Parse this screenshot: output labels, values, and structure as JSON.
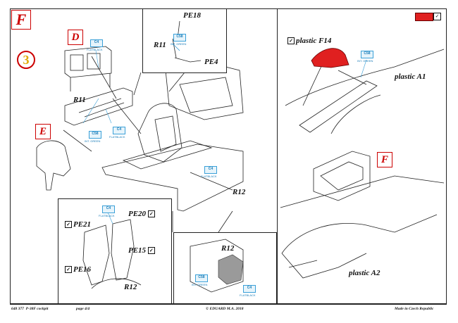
{
  "header": {
    "step_letter": "F",
    "step_number": "3",
    "legend_color": "#e02020"
  },
  "callouts": {
    "D": "D",
    "E": "E",
    "F": "F"
  },
  "labels": {
    "r11_main": "R11",
    "r12_main": "R12",
    "pe18": "PE18",
    "r11_inset": "R11",
    "pe4": "PE4",
    "pe20": "PE20",
    "pe21": "PE21",
    "pe15": "PE15",
    "pe16": "PE16",
    "r12_left": "R12",
    "r12_inset": "R12",
    "plastic_f14": "plastic F14",
    "plastic_a1": "plastic A1",
    "plastic_a2": "plastic A2"
  },
  "paint_badges": {
    "b1": {
      "num": "C4",
      "cap": "FLATBLACK"
    },
    "b2": {
      "num": "C4",
      "cap": "FLATBLACK"
    },
    "b3": {
      "num": "C58",
      "cap": "INT. GREEN"
    },
    "b4": {
      "num": "C4",
      "cap": "FLATBLACK"
    },
    "b5": {
      "num": "C4",
      "cap": "FLATBLACK"
    },
    "b6": {
      "num": "C58",
      "cap": "INT. GREEN"
    },
    "b7": {
      "num": "C4",
      "cap": "FLATBLACK"
    },
    "b8": {
      "num": "C58",
      "cap": "INT. GREEN"
    },
    "b9": {
      "num": "C58",
      "cap": "INT. GREEN"
    }
  },
  "footer": {
    "code": "648 377",
    "product": "P-38F cockpit",
    "page": "page 4/4",
    "copyright": "© EDUARD M.A. 2018",
    "origin": "Made in Czech Republic"
  }
}
